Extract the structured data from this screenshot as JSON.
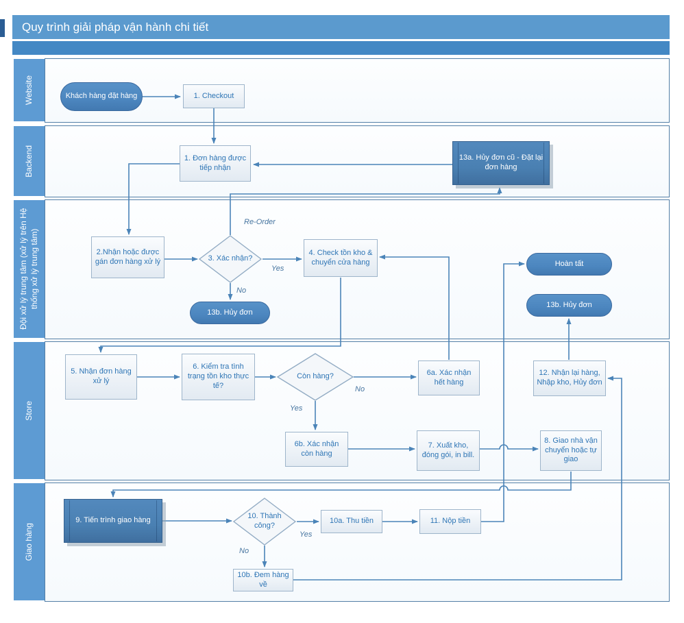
{
  "title": "Quy trình giải pháp vận hành chi tiết",
  "colors": {
    "title_bar": "#5b9ace",
    "sub_bar": "#4488c4",
    "lane_label_bg": "#5d9bd3",
    "node_dark_fill": "#4c86bf",
    "node_light_text": "#2e75b5",
    "connector": "#4b84b8"
  },
  "lanes": [
    {
      "label": "Website"
    },
    {
      "label": "Backend"
    },
    {
      "label": "Đội xử lý trung tâm (xử lý trên Hệ thống xử lý trung tâm)"
    },
    {
      "label": "Store"
    },
    {
      "label": "Giao hàng"
    }
  ],
  "nodes": {
    "start": {
      "label": "Khách hàng đặt hàng",
      "type": "terminator",
      "lane": "Website"
    },
    "checkout": {
      "label": "1. Checkout",
      "type": "process",
      "lane": "Website"
    },
    "order_received": {
      "label": "1. Đơn hàng được tiếp nhận",
      "type": "process",
      "lane": "Backend"
    },
    "cancel_reorder": {
      "label": "13a. Hủy đơn cũ - Đặt lại đơn hàng",
      "type": "predefined",
      "lane": "Backend"
    },
    "assign": {
      "label": "2.Nhận hoặc được gán đơn hàng xử lý",
      "type": "process",
      "lane": "Đội xử lý trung tâm"
    },
    "confirm": {
      "label": "3. Xác nhận?",
      "type": "decision",
      "lane": "Đội xử lý trung tâm"
    },
    "check_stock": {
      "label": "4. Check tồn kho & chuyển cửa hàng",
      "type": "process",
      "lane": "Đội xử lý trung tâm"
    },
    "cancel_13b_left": {
      "label": "13b. Hủy đơn",
      "type": "terminator",
      "lane": "Đội xử lý trung tâm"
    },
    "complete": {
      "label": "Hoàn tất",
      "type": "terminator",
      "lane": "Đội xử lý trung tâm"
    },
    "cancel_13b_right": {
      "label": "13b. Hủy đơn",
      "type": "terminator",
      "lane": "Đội xử lý trung tâm"
    },
    "receive_order": {
      "label": "5. Nhận đơn hàng xử lý",
      "type": "process",
      "lane": "Store"
    },
    "check_real": {
      "label": "6. Kiểm tra tình trạng tồn kho thực tế?",
      "type": "process",
      "lane": "Store"
    },
    "in_stock": {
      "label": "Còn hàng?",
      "type": "decision",
      "lane": "Store"
    },
    "confirm_out": {
      "label": "6a. Xác nhận hết hàng",
      "type": "process",
      "lane": "Store"
    },
    "return_stock": {
      "label": "12. Nhận lại hàng, Nhập kho, Hủy đơn",
      "type": "process",
      "lane": "Store"
    },
    "confirm_in": {
      "label": "6b. Xác nhận còn hàng",
      "type": "process",
      "lane": "Store"
    },
    "pick_pack": {
      "label": "7. Xuất kho, đóng gói, in bill.",
      "type": "process",
      "lane": "Store"
    },
    "handover": {
      "label": "8. Giao nhà vận chuyển hoặc tự giao",
      "type": "process",
      "lane": "Store"
    },
    "delivery": {
      "label": "9. Tiến trình giao hàng",
      "type": "predefined",
      "lane": "Giao hàng"
    },
    "success": {
      "label": "10. Thành công?",
      "type": "decision",
      "lane": "Giao hàng"
    },
    "collect": {
      "label": "10a. Thu tiền",
      "type": "process",
      "lane": "Giao hàng"
    },
    "submit_money": {
      "label": "11. Nộp tiền",
      "type": "process",
      "lane": "Giao hàng"
    },
    "bring_back": {
      "label": "10b. Đem hàng về",
      "type": "process",
      "lane": "Giao hàng"
    }
  },
  "edge_labels": {
    "reorder": "Re-Order",
    "confirm_yes": "Yes",
    "confirm_no": "No",
    "in_stock_yes": "Yes",
    "in_stock_no": "No",
    "success_yes": "Yes",
    "success_no": "No"
  },
  "edges": [
    {
      "from": "start",
      "to": "checkout"
    },
    {
      "from": "checkout",
      "to": "order_received"
    },
    {
      "from": "order_received",
      "to": "assign"
    },
    {
      "from": "cancel_reorder",
      "to": "order_received"
    },
    {
      "from": "confirm",
      "to": "cancel_reorder",
      "label": "Re-Order"
    },
    {
      "from": "assign",
      "to": "confirm"
    },
    {
      "from": "confirm",
      "to": "check_stock",
      "label": "Yes"
    },
    {
      "from": "confirm",
      "to": "cancel_13b_left",
      "label": "No"
    },
    {
      "from": "check_stock",
      "to": "receive_order"
    },
    {
      "from": "receive_order",
      "to": "check_real"
    },
    {
      "from": "check_real",
      "to": "in_stock"
    },
    {
      "from": "in_stock",
      "to": "confirm_in",
      "label": "Yes"
    },
    {
      "from": "in_stock",
      "to": "confirm_out",
      "label": "No"
    },
    {
      "from": "confirm_out",
      "to": "check_stock"
    },
    {
      "from": "confirm_in",
      "to": "pick_pack"
    },
    {
      "from": "pick_pack",
      "to": "handover"
    },
    {
      "from": "handover",
      "to": "delivery"
    },
    {
      "from": "delivery",
      "to": "success"
    },
    {
      "from": "success",
      "to": "collect",
      "label": "Yes"
    },
    {
      "from": "success",
      "to": "bring_back",
      "label": "No"
    },
    {
      "from": "collect",
      "to": "submit_money"
    },
    {
      "from": "submit_money",
      "to": "complete"
    },
    {
      "from": "return_stock",
      "to": "cancel_13b_right"
    },
    {
      "from": "bring_back",
      "to": "return_stock"
    }
  ]
}
